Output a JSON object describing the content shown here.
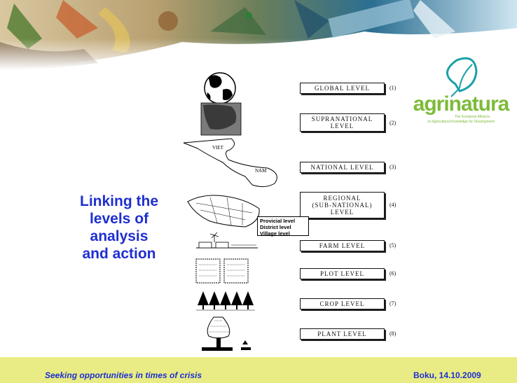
{
  "slide": {
    "title_lines": [
      "Linking the",
      "levels of",
      "analysis",
      "and action"
    ],
    "callout_lines": [
      "Provicial level",
      "District level",
      "Village level"
    ],
    "footer": {
      "left": "Seeking opportunities in times of crisis",
      "right": "Boku, 14.10.2009"
    }
  },
  "logo": {
    "name": "agrinatura",
    "tagline_line1": "The European Alliance",
    "tagline_line2": "on Agricultural Knowledge for Development",
    "colors": {
      "green": "#7dbb3a",
      "teal": "#1aa0a8"
    }
  },
  "levels": [
    {
      "label_lines": [
        "GLOBAL LEVEL"
      ],
      "number": "(1)"
    },
    {
      "label_lines": [
        "SUPRANATIONAL",
        "LEVEL"
      ],
      "number": "(2)"
    },
    {
      "label_lines": [
        "NATIONAL LEVEL"
      ],
      "number": "(3)"
    },
    {
      "label_lines": [
        "REGIONAL",
        "(SUB-NATIONAL)",
        "LEVEL"
      ],
      "number": "(4)"
    },
    {
      "label_lines": [
        "FARM LEVEL"
      ],
      "number": "(5)"
    },
    {
      "label_lines": [
        "PLOT LEVEL"
      ],
      "number": "(6)"
    },
    {
      "label_lines": [
        "CROP LEVEL"
      ],
      "number": "(7)"
    },
    {
      "label_lines": [
        "PLANT LEVEL"
      ],
      "number": "(8)"
    }
  ],
  "map_labels": {
    "viet": "VIET",
    "nam": "NAM"
  },
  "colors": {
    "title": "#1f2fd0",
    "footer_bg": "#e9ec84",
    "footer_text": "#1d2fcf"
  }
}
